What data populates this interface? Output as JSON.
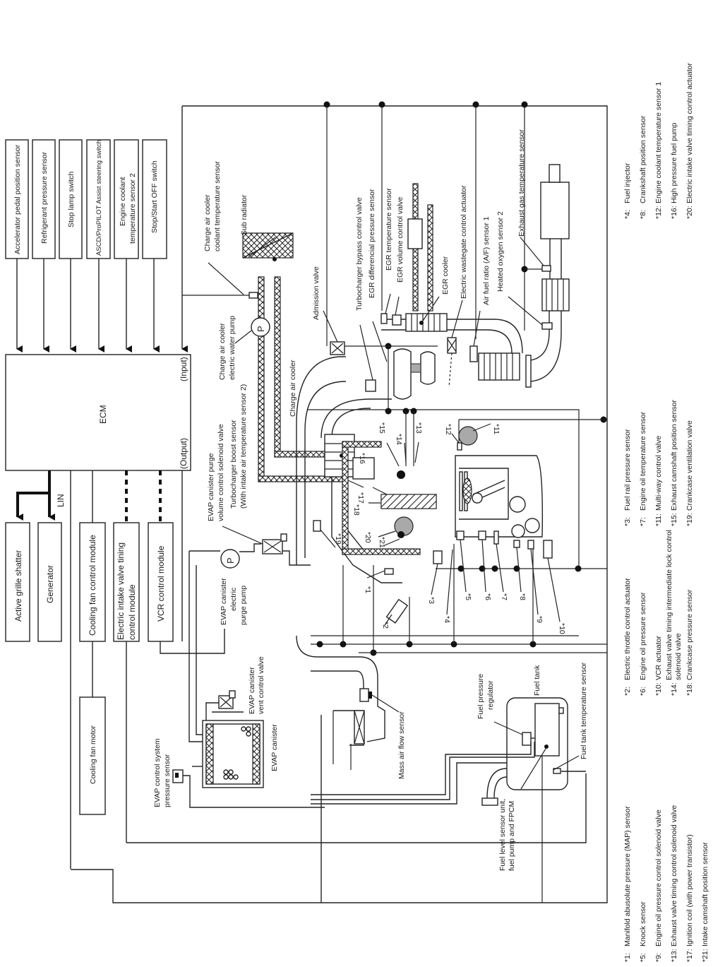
{
  "ecm": {
    "title": "ECM",
    "input_label": "(Input)",
    "output_label": "(Output)",
    "lin_label": "LIN"
  },
  "inputs": [
    {
      "label": "Accelerator pedal position sensor"
    },
    {
      "label": "Refrigerant pressure sensor"
    },
    {
      "label": "Stop lamp switch"
    },
    {
      "label": "ASCD/ProPILOT Assist steering switch"
    },
    {
      "label_line1": "Engine coolant",
      "label_line2": "temperature sensor 2"
    },
    {
      "label": "Stop/Start OFF switch"
    }
  ],
  "outputs": [
    {
      "label": "Active grille shatter"
    },
    {
      "label": "Generator"
    },
    {
      "label": "Cooling fan control module"
    },
    {
      "label_line1": "Electric intake valve tining",
      "label_line2": "control module"
    },
    {
      "label": "VCR control module"
    },
    {
      "label": "Cooling fan motor"
    }
  ],
  "components": {
    "charge_air_cooler_coolant_temp_sensor": {
      "line1": "Charge air cooler",
      "line2": "coolant temperature sensor"
    },
    "sub_radiator": "Sub radiator",
    "charge_air_cooler_electric_water_pump": {
      "line1": "Charge air cooler",
      "line2": "electric water pump"
    },
    "admission_valve": "Admission valve",
    "charge_air_cooler": "Charge air cooler",
    "turbocharger_bypass_control_valve": "Turbocharger bypass control valve",
    "egr_differencial_pressure_sensor": "EGR differencial pressure sensor",
    "egr_temperature_sensor": "EGR temperature sensor",
    "egr_volume_control_valve": "EGR volume control valve",
    "egr_cooler": "EGR cooler",
    "electric_wastegate_control_actuator": "Electric wastegate control actuator",
    "air_fuel_ratio_sensor_1": "Air fuel ratio (A/F) sensor 1",
    "heated_oxygen_sensor_2": "Heated oxygen sensor 2",
    "exhaust_gas_temperature_sensor": "Exhaust gas temperature sensor",
    "evap_canister_purge_volume_control_solenoid_valve": {
      "line1": "EVAP canister purge",
      "line2": "volume control solenoid valve"
    },
    "turbocharger_boost_sensor": {
      "line1": "Turbocharger boost sensor",
      "line2": "(With intake air temperature sensor 2)"
    },
    "evap_canister_electric_purge_pump": {
      "line1": "EVAP canister",
      "line2": "electric",
      "line3": "purge pump"
    },
    "evap_canister_vent_control_valve": {
      "line1": "EVAP canister",
      "line2": "vent control valve"
    },
    "evap_canister": "EVAP canister",
    "evap_control_system_pressure_sensor": {
      "line1": "EVAP control system",
      "line2": "pressure sensor"
    },
    "mass_air_flow_sensor": "Mass air flow sensor",
    "fuel_pressure_regulator": {
      "line1": "Fuel pressure",
      "line2": "regulator"
    },
    "fuel_tank": "Fuel tank",
    "fuel_level_sensor_unit": {
      "line1": "Fuel level sensor unit,",
      "line2": "fuel pump and FPCM"
    },
    "fuel_tank_temperature_sensor": "Fuel tank temperature sensor",
    "pump_symbol": "P"
  },
  "callouts": [
    "*1",
    "*2",
    "*3",
    "*4",
    "*5",
    "*6",
    "*7",
    "*8",
    "*9",
    "*10",
    "*11",
    "*12",
    "*13",
    "*14",
    "*15",
    "*16",
    "*17",
    "*18",
    "*19",
    "*20",
    "*21"
  ],
  "legend": [
    {
      "key": "*1:",
      "text": "Manifold abusolute pressure (MAP) sensor"
    },
    {
      "key": "*2:",
      "text": "Electric throttle control actuator"
    },
    {
      "key": "*3:",
      "text": "Fuel rail pressure sensor"
    },
    {
      "key": "*4:",
      "text": "Fuel injector"
    },
    {
      "key": "*5:",
      "text": "Knock sensor"
    },
    {
      "key": "*6:",
      "text": "Engine oil pressure sensor"
    },
    {
      "key": "*7:",
      "text": "Engine oil temperature sensor"
    },
    {
      "key": "*8:",
      "text": "Crankshaft position sensor"
    },
    {
      "key": "*9:",
      "text": "Engine oil pressure control solenoid valve"
    },
    {
      "key": "*10:",
      "text": "VCR actuator"
    },
    {
      "key": "*11:",
      "text": "Multi-way control valve"
    },
    {
      "key": "*12:",
      "text": "Engine coolant temperature sensor 1"
    },
    {
      "key": "*13:",
      "text": "Exhaust valve timing control solenoid valve"
    },
    {
      "key": "*14:",
      "text": "Exhaust valve timing intermediate lock control",
      "text2": "solenoid valve"
    },
    {
      "key": "*15:",
      "text": "Exhaust camshaft position sensor"
    },
    {
      "key": "*16:",
      "text": "High pressure fuel pump"
    },
    {
      "key": "*17:",
      "text": "Ignition coil (with power transistor)"
    },
    {
      "key": "*18:",
      "text": "Crankcase pressure sensor"
    },
    {
      "key": "*19:",
      "text": "Crankcase ventilation valve"
    },
    {
      "key": "*20:",
      "text": "Electric intake valve timing control actuator"
    },
    {
      "key": "*21:",
      "text": "Intake camshaft position sensor"
    }
  ]
}
